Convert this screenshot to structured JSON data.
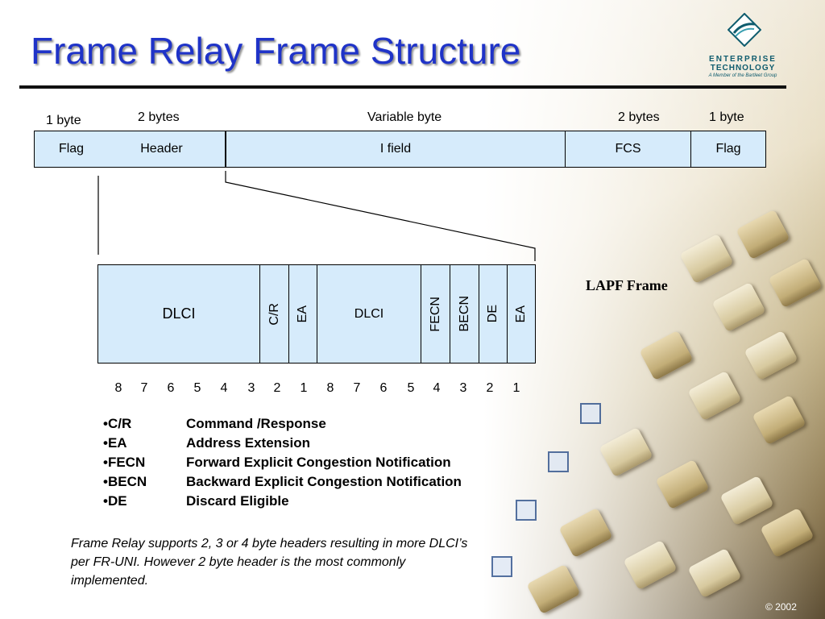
{
  "slide": {
    "title": "Frame Relay Frame Structure",
    "copyright": "© 2002"
  },
  "logo": {
    "line1": "ENTERPRISE",
    "line2": "TECHNOLOGY",
    "line3": "A Member of the Bartleet Group"
  },
  "frame": {
    "sizes": [
      "1 byte",
      "2 bytes",
      "Variable byte",
      "2 bytes",
      "1 byte"
    ],
    "fields": [
      "Flag",
      "Header",
      "I field",
      "FCS",
      "Flag"
    ]
  },
  "header_detail": {
    "caption": "LAPF Frame",
    "fields": [
      "DLCI",
      "C/R",
      "EA",
      "DLCI",
      "FECN",
      "BECN",
      "DE",
      "EA"
    ],
    "bits": [
      "8",
      "7",
      "6",
      "5",
      "4",
      "3",
      "2",
      "1",
      "8",
      "7",
      "6",
      "5",
      "4",
      "3",
      "2",
      "1"
    ]
  },
  "legend": [
    {
      "abbr": "•C/R",
      "desc": "Command /Response"
    },
    {
      "abbr": "•EA",
      "desc": "Address Extension"
    },
    {
      "abbr": "•FECN",
      "desc": "Forward Explicit  Congestion Notification"
    },
    {
      "abbr": "•BECN",
      "desc": "Backward Explicit Congestion Notification"
    },
    {
      "abbr": "•DE",
      "desc": "Discard Eligible"
    }
  ],
  "note": "Frame Relay supports 2, 3 or 4 byte headers resulting in more DLCI’s per FR-UNI.  However 2 byte header is the most commonly implemented."
}
